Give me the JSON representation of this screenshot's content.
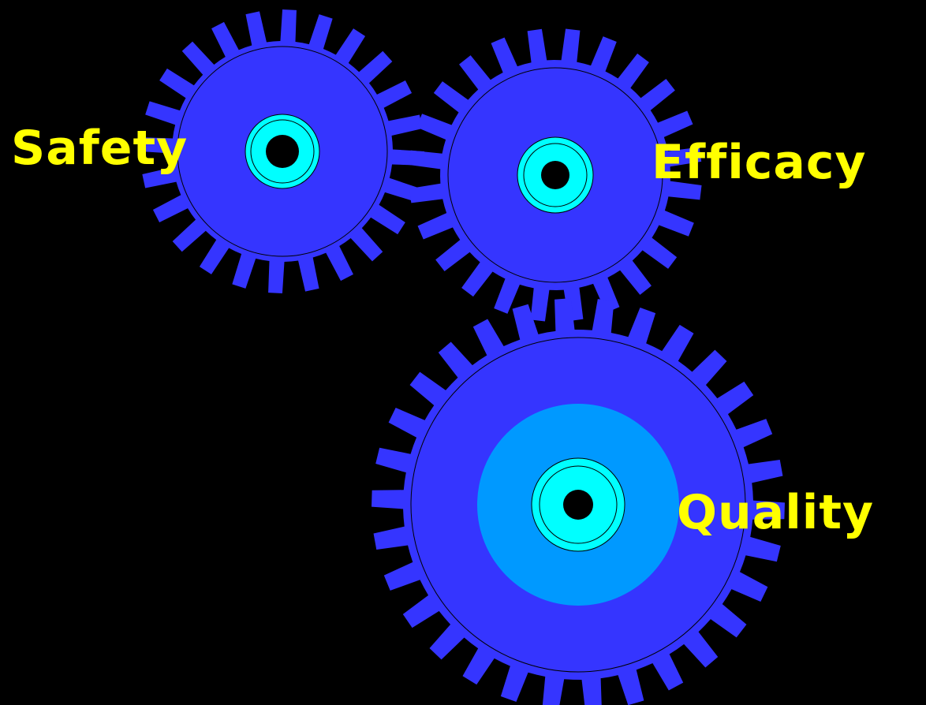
{
  "colors": {
    "background": "#000000",
    "gear": "#3535ff",
    "hub_ring": "#0099ff",
    "bushing": "#00ffff",
    "hole": "#000000",
    "outline": "#000000",
    "label": "#ffff00"
  },
  "gears": [
    {
      "id": "safety",
      "label": "Safety"
    },
    {
      "id": "efficacy",
      "label": "Efficacy"
    },
    {
      "id": "quality",
      "label": "Quality"
    }
  ]
}
